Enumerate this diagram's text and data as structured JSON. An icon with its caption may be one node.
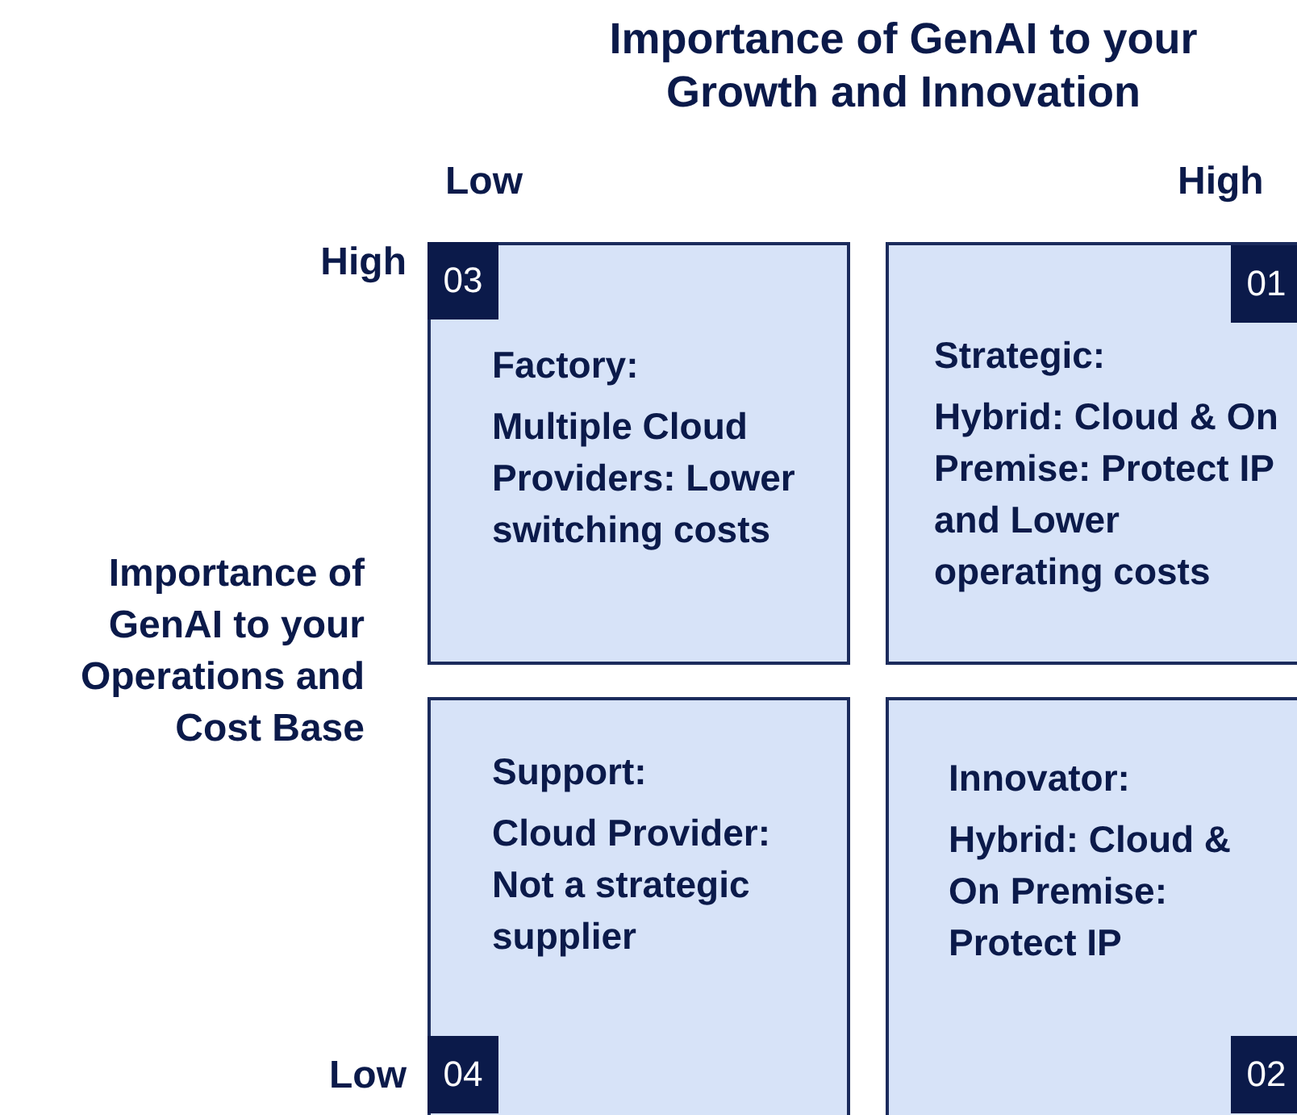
{
  "diagram": {
    "title": "Importance of GenAI to your Growth and Innovation",
    "nodes": [
      {
        "text": [
          "Factory:",
          "Multiple Cloud Providers: Lower switching costs"
        ]
      },
      {
        "text": [
          "03"
        ],
        "in": 0
      },
      {
        "text": [
          "Strategic:",
          "Hybrid: Cloud & On Premise: Protect IP and Lower operating costs"
        ]
      },
      {
        "text": [
          "01"
        ],
        "in": 2
      },
      {
        "text": [
          "Support:",
          "Cloud Provider: Not a strategic supplier"
        ]
      },
      {
        "text": [
          "04"
        ],
        "in": 4
      },
      {
        "text": [
          "Innovator:",
          "Hybrid: Cloud & On Premise: Protect IP"
        ]
      },
      {
        "text": [
          "02"
        ],
        "in": 6
      }
    ],
    "labels": [
      "Low",
      "High",
      "High",
      "Importance of GenAI to your Operations and Cost Base",
      "Low"
    ]
  }
}
